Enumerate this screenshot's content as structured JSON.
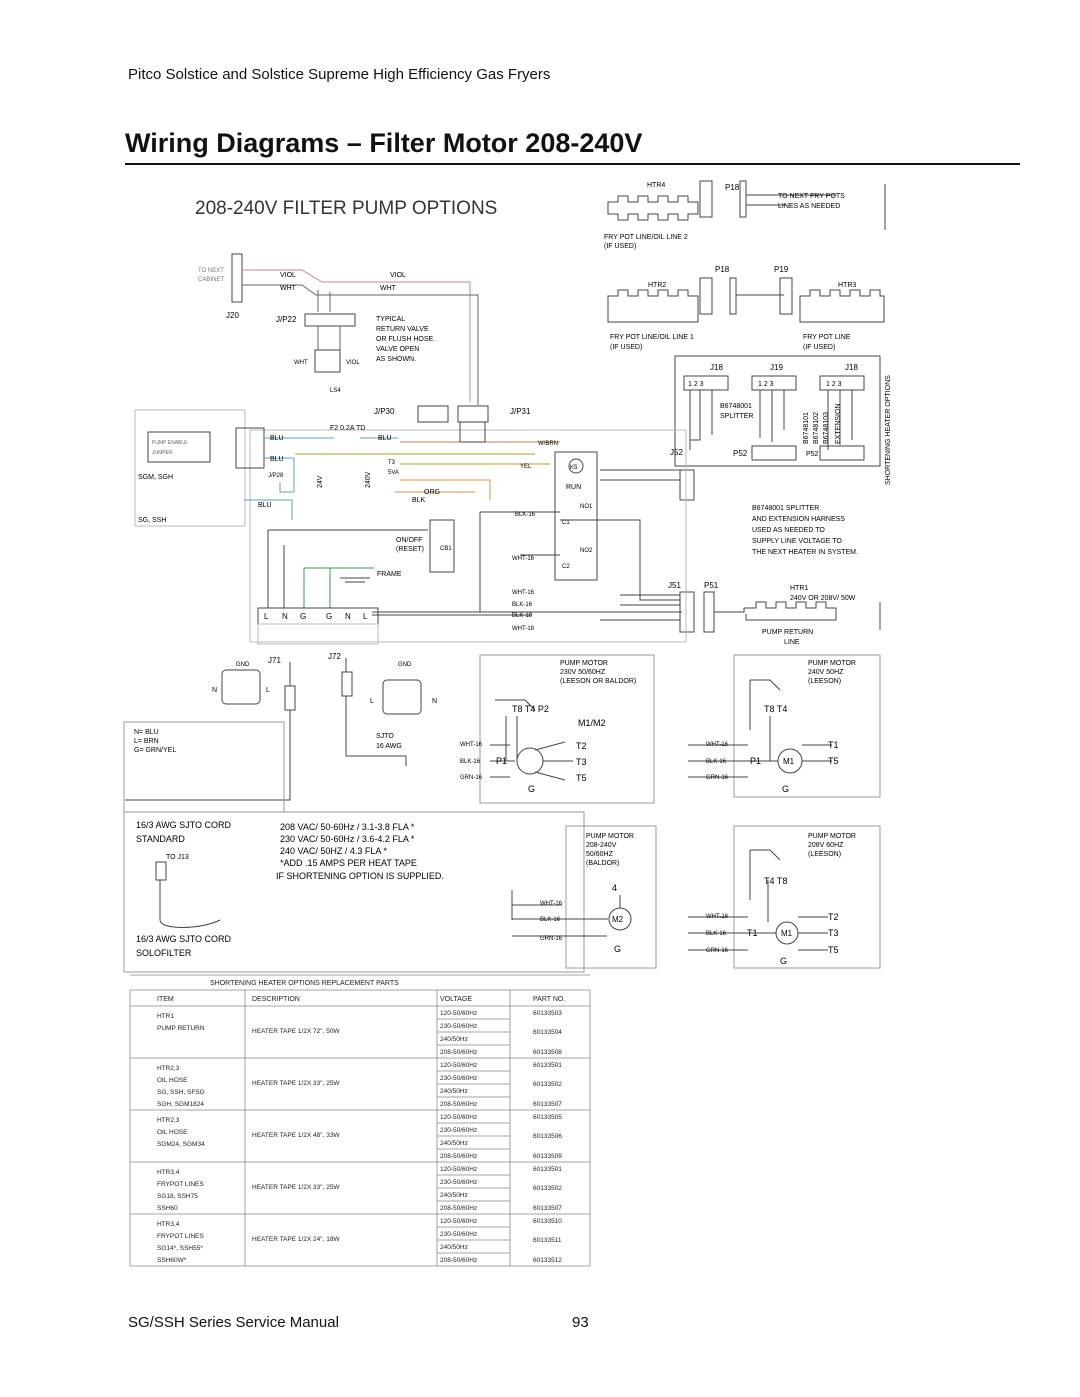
{
  "header": "Pitco Solstice and Solstice Supreme High Efficiency Gas Fryers",
  "title": "Wiring Diagrams – Filter Motor 208-240V",
  "diagram": {
    "heading": "208-240V FILTER PUMP OPTIONS",
    "labels": {
      "htr4": "HTR4",
      "p18a": "P18",
      "to_next_fry": "TO NEXT FRY POTS",
      "lines_needed": "LINES AS NEEDED",
      "fry_pot_line2": "FRY POT LINE/OIL LINE 2",
      "if_used": "(IF USED)",
      "p18b": "P18",
      "p19": "P19",
      "htr2": "HTR2",
      "htr3": "HTR3",
      "fry_pot_line1": "FRY POT LINE/OIL LINE 1",
      "fry_pot_line": "FRY POT LINE",
      "j18a": "J18",
      "j19": "J19",
      "j18b": "J18",
      "n123": "1 2 3",
      "b6748001": "B6748001",
      "splitter": "SPLITTER",
      "b6748101": "B6748101",
      "b6748102": "B6748102",
      "b6748103": "B6748103",
      "extension": "EXTENSION",
      "shortening_opts": "SHORTENING HEATER OPTIONS",
      "p52a": "P52",
      "p52b": "P52",
      "j52": "J52",
      "splitter_note1": "B6748001 SPLITTER",
      "splitter_note2": "AND EXTENSION HARNESS",
      "splitter_note3": "USED AS NEEDED TO",
      "splitter_note4": "SUPPLY LINE VOLTAGE TO",
      "splitter_note5": "THE NEXT HEATER IN SYSTEM.",
      "j51": "J51",
      "p51": "P51",
      "htr1": "HTR1",
      "htr1_spec": "240V OR 208V/ 50W",
      "pump_return": "PUMP RETURN",
      "line": "LINE",
      "to_next": "TO NEXT",
      "cabinet": "CABINET",
      "j20": "J20",
      "jp22": "J/P22",
      "viol": "VIOL",
      "wht": "WHT",
      "typical1": "TYPICAL",
      "typical2": "RETURN VALVE",
      "typical3": "OR FLUSH HOSE.",
      "typical4": "VALVE OPEN",
      "typical5": "AS SHOWN.",
      "ls4": "LS4",
      "jp30": "J/P30",
      "jp31": "J/P31",
      "f2": "F2  0.2A TD",
      "blu": "BLU",
      "wbrn": "W/BRN",
      "yel": "YEL",
      "k5": "K5",
      "run": "RUN",
      "pump_enable": "PUMP ENABLE",
      "jumper": "JUMPER",
      "sgm_sgh": "SGM, SGH",
      "sg_ssh": "SG, SSH",
      "jp28": "J/P28",
      "v24": "24V",
      "v240": "240V",
      "t3": "T3",
      "va5": "5VA",
      "org": "ORG",
      "blk": "BLK",
      "blk16": "BLK-16",
      "wht16": "WHT-16",
      "no1": "NO1",
      "no2": "NO2",
      "c1": "C1",
      "c2": "C2",
      "onoff": "ON/OFF",
      "reset": "(RESET)",
      "cb1": "CB1",
      "frame": "FRAME",
      "wht18": "WHT-18",
      "blk18": "BLK-18",
      "j71": "J71",
      "j72": "J72",
      "gnd": "GND",
      "n": "N",
      "l": "L",
      "nblu": "N= BLU",
      "lbrn": "L= BRN",
      "ggrn": "G= GRN/YEL",
      "sjto": "SJTO",
      "awg16": "16 AWG",
      "pm1_a": "PUMP MOTOR",
      "pm1_b": "230V 50/60HZ",
      "pm1_c": "(LEESON OR BALDOR)",
      "t8t4p2": "T8 T4 P2",
      "m1m2": "M1/M2",
      "grn16": "GRN-16",
      "p1": "P1",
      "t2": "T2",
      "t3m": "T3",
      "t5": "T5",
      "g": "G",
      "pm2_a": "PUMP MOTOR",
      "pm2_b": "240V 50HZ",
      "pm2_c": "(LEESON)",
      "t8t4": "T8 T4",
      "m1": "M1",
      "t1": "T1",
      "cord1": "16/3 AWG SJTO CORD",
      "standard": "STANDARD",
      "spec1": "208 VAC/ 50-60Hz / 3.1-3.8 FLA *",
      "spec2": "230 VAC/ 50-60Hz / 3.6-4.2 FLA *",
      "spec3": "240 VAC/ 50HZ / 4.3 FLA *",
      "spec4": "*ADD .15 AMPS PER HEAT TAPE",
      "spec5": "IF SHORTENING OPTION IS SUPPLIED.",
      "to_j13": "TO J13",
      "cord2": "16/3 AWG SJTO CORD",
      "solofilter": "SOLOFILTER",
      "pm3_a": "PUMP MOTOR",
      "pm3_b": "208-240V",
      "pm3_c": "50/60HZ",
      "pm3_d": "(BALDOR)",
      "four": "4",
      "m2": "M2",
      "pm4_a": "PUMP MOTOR",
      "pm4_b": "208V 60HZ",
      "pm4_c": "(LEESON)",
      "t4t8": "T4 T8"
    }
  },
  "parts_table": {
    "title": "SHORTENING HEATER OPTIONS REPLACEMENT PARTS",
    "headers": [
      "ITEM",
      "DESCRIPTION",
      "VOLTAGE",
      "PART NO."
    ],
    "groups": [
      {
        "item": [
          "HTR1",
          "PUMP RETURN"
        ],
        "description": "HEATER TAPE 1/2X 72\", 50W",
        "rows": [
          [
            "120-50/60Hz",
            "60133503"
          ],
          [
            "230-50/60Hz",
            "60133504"
          ],
          [
            "240/50Hz",
            ""
          ],
          [
            "208-50/60Hz",
            "60133508"
          ]
        ]
      },
      {
        "item": [
          "HTR2,3",
          "OIL HOSE",
          "SG, SSH, SFSG",
          "SGH, SGM1824"
        ],
        "description": "HEATER TAPE 1/2X 33\",  25W",
        "rows": [
          [
            "120-50/60Hz",
            "60133501"
          ],
          [
            "230-50/60Hz",
            "60133502"
          ],
          [
            "240/50Hz",
            ""
          ],
          [
            "208-50/60Hz",
            "60133507"
          ]
        ]
      },
      {
        "item": [
          "HTR2,3",
          "OIL HOSE",
          "SGM24, SGM34"
        ],
        "description": "HEATER TAPE 1/2X 48\",  33W",
        "rows": [
          [
            "120-50/60Hz",
            "60133505"
          ],
          [
            "230-50/60Hz",
            "60133506"
          ],
          [
            "240/50Hz",
            ""
          ],
          [
            "208-50/60Hz",
            "60133509"
          ]
        ]
      },
      {
        "item": [
          "HTR3,4",
          "FRYPOT LINES",
          "SG18, SSH75",
          "SSH60"
        ],
        "description": "HEATER TAPE 1/2X 33\",  25W",
        "rows": [
          [
            "120-50/60Hz",
            "60133501"
          ],
          [
            "230-50/60Hz",
            "60133502"
          ],
          [
            "240/50Hz",
            ""
          ],
          [
            "208-50/60Hz",
            "60133507"
          ]
        ]
      },
      {
        "item": [
          "HTR3,4",
          "FRYPOT LINES",
          "SG14*, SSH55*",
          "SSH60W*"
        ],
        "description": "HEATER TAPE 1/2X 24\",  18W",
        "rows": [
          [
            "120-50/60Hz",
            "60133510"
          ],
          [
            "230-50/60Hz",
            "60133511"
          ],
          [
            "240/50Hz",
            ""
          ],
          [
            "208-50/60Hz",
            "60133512"
          ]
        ]
      }
    ]
  },
  "footer": {
    "manual": "SG/SSH Series Service Manual",
    "page": "93"
  }
}
